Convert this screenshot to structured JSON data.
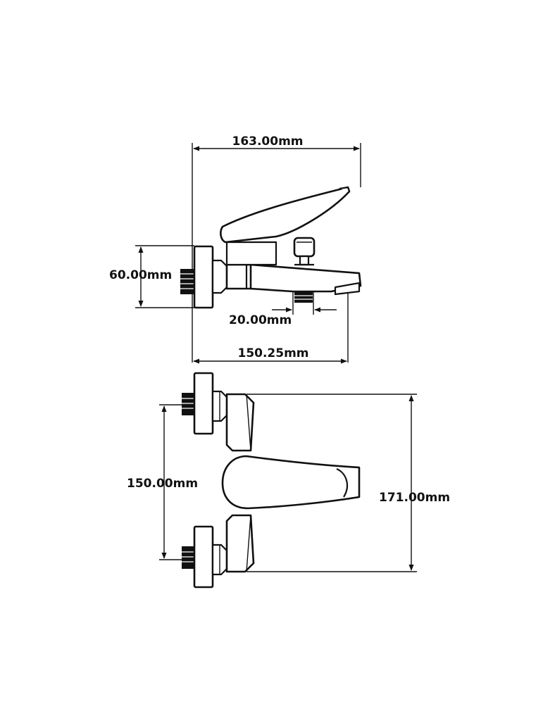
{
  "dimensions": {
    "side_width": "163.00mm",
    "side_height": "60.00mm",
    "spout_outlet": "20.00mm",
    "spout_length": "150.25mm",
    "front_inlet_spacing": "150.00mm",
    "front_height": "171.00mm"
  }
}
